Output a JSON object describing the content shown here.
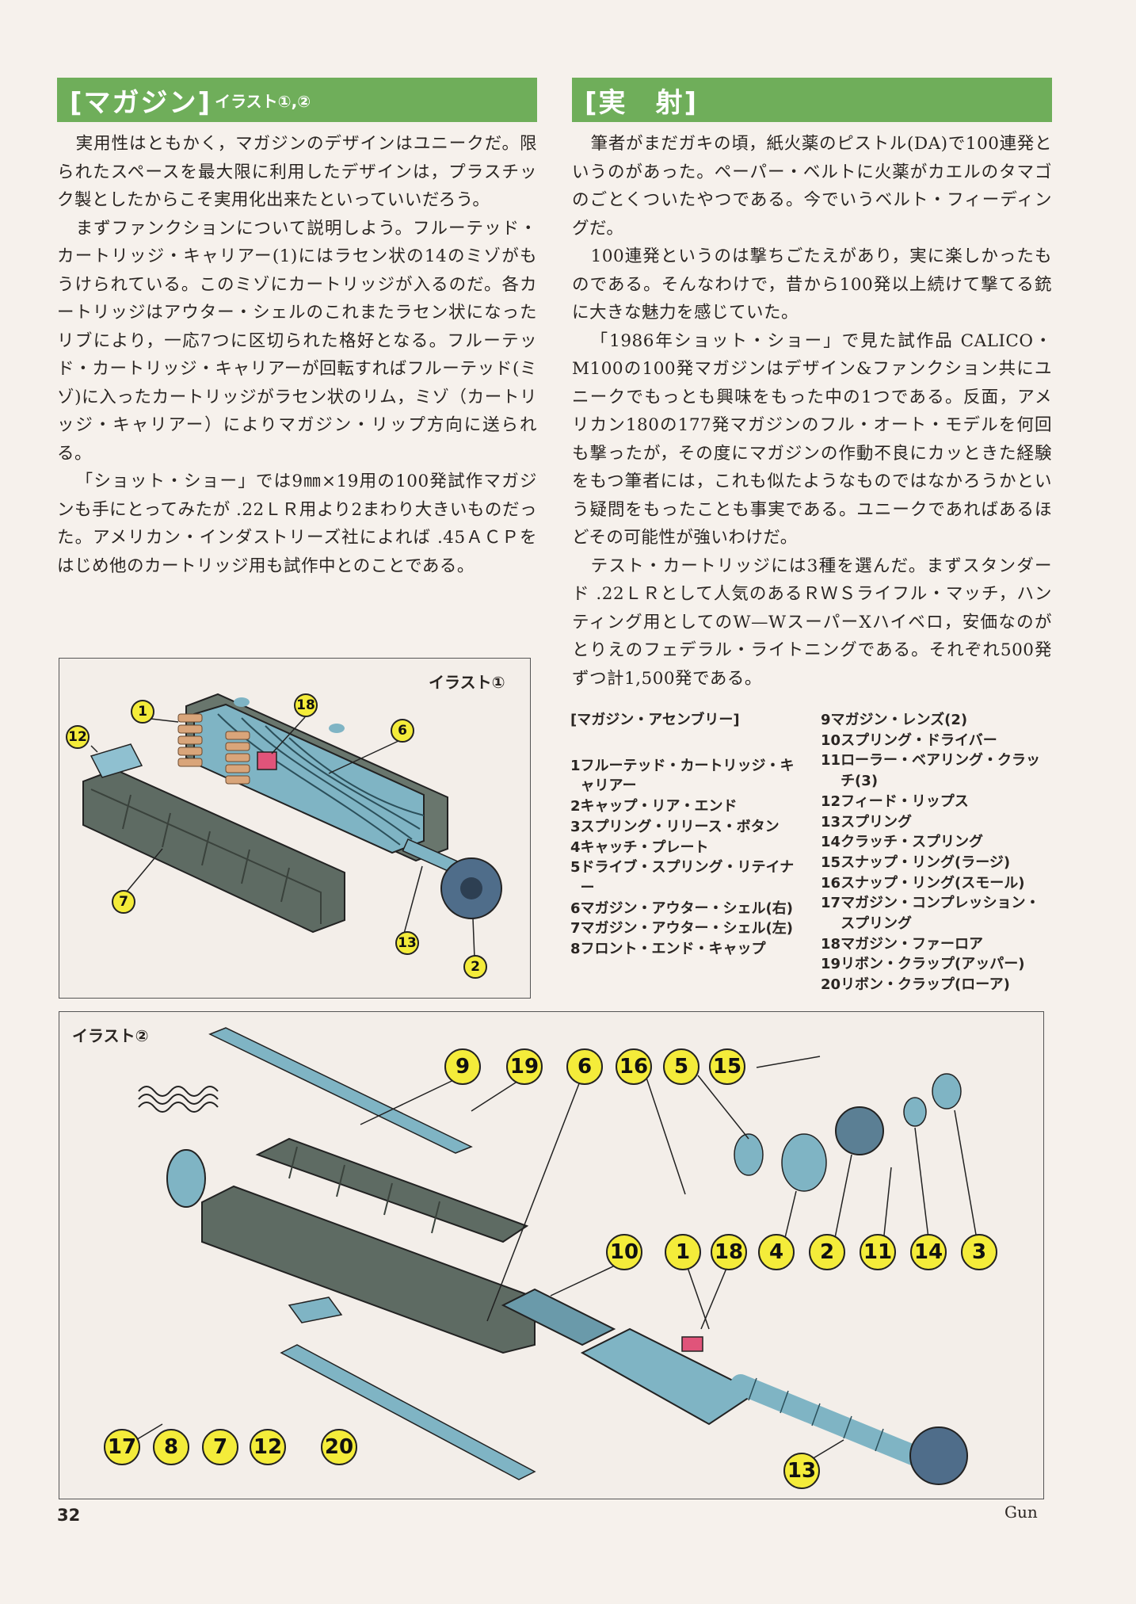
{
  "leftColumn": {
    "heading": "[マガジン]",
    "subheading": "イラスト①,②",
    "paragraphs": [
      "実用性はともかく，マガジンのデザインはユニークだ。限られたスペースを最大限に利用したデザインは，プラスチック製としたからこそ実用化出来たといっていいだろう。",
      "まずファンクションについて説明しよう。フルーテッド・カートリッジ・キャリアー(1)にはラセン状の14のミゾがもうけられている。このミゾにカートリッジが入るのだ。各カートリッジはアウター・シェルのこれまたラセン状になったリブにより，一応7つに区切られた格好となる。フルーテッド・カートリッジ・キャリアーが回転すればフルーテッド(ミゾ)に入ったカートリッジがラセン状のリム，ミゾ（カートリッジ・キャリアー）によりマガジン・リップ方向に送られる。",
      "「ショット・ショー」では9㎜×19用の100発試作マガジンも手にとってみたが .22ＬＲ用より2まわり大きいものだった。アメリカン・インダストリーズ社によれば .45ＡＣＰをはじめ他のカートリッジ用も試作中とのことである。"
    ]
  },
  "rightColumn": {
    "heading": "[実　射]",
    "paragraphs": [
      "筆者がまだガキの頃，紙火薬のピストル(DA)で100連発というのがあった。ペーパー・ベルトに火薬がカエルのタマゴのごとくついたやつである。今でいうベルト・フィーディングだ。",
      "100連発というのは撃ちごたえがあり，実に楽しかったものである。そんなわけで，昔から100発以上続けて撃てる銃に大きな魅力を感じていた。",
      "「1986年ショット・ショー」で見た試作品 CALICO・M100の100発マガジンはデザイン&ファンクション共にユニークでもっとも興味をもった中の1つである。反面，アメリカン180の177発マガジンのフル・オート・モデルを何回も撃ったが，その度にマガジンの作動不良にカッときた経験をもつ筆者には，これも似たようなものではなかろうかという疑問をもったことも事実である。ユニークであればあるほどその可能性が強いわけだ。",
      "テスト・カートリッジには3種を選んだ。まずスタンダード .22ＬＲとして人気のあるＲＷＳライフル・マッチ，ハンティング用としてのW—WスーパーXハイベロ，安価なのがとりえのフェデラル・ライトニングである。それぞれ500発ずつ計1,500発である。"
    ]
  },
  "assemblyList": {
    "title": "[マガジン・アセンブリー]",
    "items": [
      {
        "n": "1",
        "label": "フルーテッド・カートリッジ・キャリアー"
      },
      {
        "n": "2",
        "label": "キャップ・リア・エンド"
      },
      {
        "n": "3",
        "label": "スプリング・リリース・ボタン"
      },
      {
        "n": "4",
        "label": "キャッチ・プレート"
      },
      {
        "n": "5",
        "label": "ドライブ・スプリング・リテイナー"
      },
      {
        "n": "6",
        "label": "マガジン・アウター・シェル(右)"
      },
      {
        "n": "7",
        "label": "マガジン・アウター・シェル(左)"
      },
      {
        "n": "8",
        "label": "フロント・エンド・キャップ"
      },
      {
        "n": "9",
        "label": "マガジン・レンズ(2)"
      },
      {
        "n": "10",
        "label": "スプリング・ドライバー"
      },
      {
        "n": "11",
        "label": "ローラー・ベアリング・クラッチ(3)"
      },
      {
        "n": "12",
        "label": "フィード・リップス"
      },
      {
        "n": "13",
        "label": "スプリング"
      },
      {
        "n": "14",
        "label": "クラッチ・スプリング"
      },
      {
        "n": "15",
        "label": "スナップ・リング(ラージ)"
      },
      {
        "n": "16",
        "label": "スナップ・リング(スモール)"
      },
      {
        "n": "17",
        "label": "マガジン・コンプレッション・スプリング"
      },
      {
        "n": "18",
        "label": "マガジン・ファーロア"
      },
      {
        "n": "19",
        "label": "リボン・クラップ(アッパー)"
      },
      {
        "n": "20",
        "label": "リボン・クラップ(ローア)"
      }
    ]
  },
  "illust1": {
    "label": "イラスト①",
    "callouts": [
      "1",
      "18",
      "6",
      "12",
      "7",
      "13",
      "2"
    ]
  },
  "illust2": {
    "label": "イラスト②",
    "callouts": [
      "9",
      "19",
      "6",
      "16",
      "5",
      "15",
      "10",
      "1",
      "18",
      "4",
      "2",
      "11",
      "14",
      "3",
      "17",
      "8",
      "7",
      "12",
      "20",
      "13"
    ]
  },
  "footer": {
    "pageNumber": "32",
    "magazine": "Gun"
  },
  "colors": {
    "headerGreen": "#6fae5a",
    "calloutYellow": "#f4ec3a",
    "partBlue": "#7fb4c4",
    "shellGreen": "#5e6b63",
    "cartridgeTan": "#d9a57a",
    "followerPink": "#e0547a"
  }
}
